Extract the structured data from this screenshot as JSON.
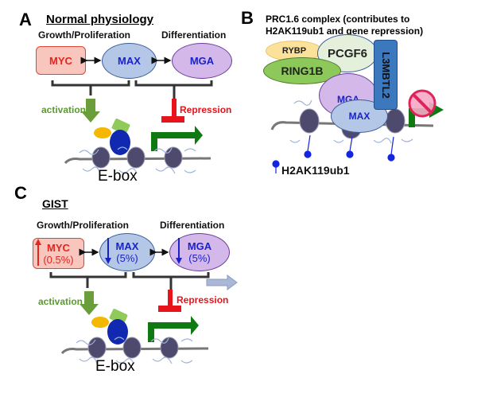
{
  "panel_a": {
    "letter": "A",
    "heading": "Normal physiology",
    "left_group_label": "Growth/Proliferation",
    "right_group_label": "Differentiation",
    "nodes": {
      "myc": "MYC",
      "max": "MAX",
      "mga": "MGA"
    },
    "activation_label": "activation",
    "repression_label": "Repression",
    "ebox_label": "E-box"
  },
  "panel_b": {
    "letter": "B",
    "title_line1": "PRC1.6 complex (contributes to",
    "title_line2": "H2AK119ub1 and gene repression)",
    "proteins": {
      "rybp": "RYBP",
      "pcgf6": "PCGF6",
      "ring1b": "RING1B",
      "l3mbtl2": "L3MBTL2",
      "mga": "MGA",
      "max": "MAX"
    },
    "legend_mark": "H2AK119ub1",
    "icons": [
      "no-entry-icon",
      "blocked-transcription-arrow-icon",
      "ubiquitin-pin-icon",
      "nucleosome-icon"
    ]
  },
  "panel_c": {
    "letter": "C",
    "heading": "GIST",
    "left_group_label": "Growth/Proliferation",
    "right_group_label": "Differentiation",
    "nodes": {
      "myc": {
        "name": "MYC",
        "pct": "(0.5%)",
        "change": "up"
      },
      "max": {
        "name": "MAX",
        "pct": "(5%)",
        "change": "down"
      },
      "mga": {
        "name": "MGA",
        "pct": "(5%)",
        "change": "down"
      }
    },
    "activation_label": "activation",
    "repression_label": "Repression",
    "ebox_label": "E-box"
  },
  "colors": {
    "myc_fill": "#f9c6bd",
    "myc_text": "#e0261e",
    "max_fill": "#b5c7e6",
    "mga_fill": "#d4b8ea",
    "node_text_blue": "#1a22c8",
    "activation_green": "#6a9e3a",
    "repression_red": "#e8141b",
    "transcription_green": "#0f7a12",
    "rybp_fill": "#fbe19a",
    "pcgf6_fill": "#e4f0dc",
    "ring1b_fill": "#8dc95a",
    "l3mbtl2_fill": "#3b78bd",
    "ub_blue": "#1225e0",
    "nucleosome": "#4e4a6e"
  }
}
